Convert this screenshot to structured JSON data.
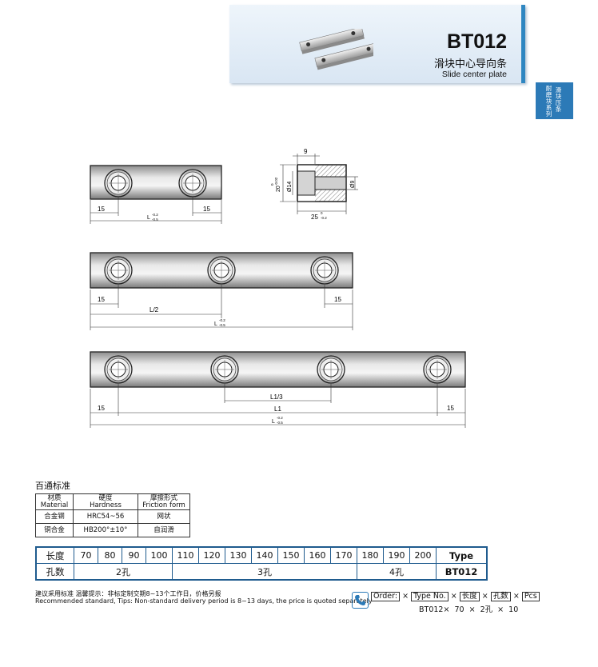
{
  "header": {
    "code": "BT012",
    "cn_name": "滑块中心导向条",
    "en_name": "Slide center plate",
    "side_tab_col1": "滑块压条",
    "side_tab_col2": "耐磨块系列"
  },
  "drawings": {
    "top_view": {
      "left_dim": "15",
      "right_dim": "15",
      "length": "L",
      "tol_up": "-0.2",
      "tol_low": "-0.5"
    },
    "section": {
      "slot_width": "9",
      "height": "20",
      "height_tol_up": "0",
      "height_tol_low": "-0.02",
      "hole_dia": "Ø14",
      "small_dia": "Ø9",
      "width": "25",
      "width_tol_up": "0",
      "width_tol_low": "-0.2"
    },
    "three_hole": {
      "left_dim": "15",
      "right_dim": "15",
      "half": "L/2",
      "length": "L",
      "tol_up": "-0.2",
      "tol_low": "-0.5"
    },
    "four_hole": {
      "left_dim": "15",
      "right_dim": "15",
      "third": "L1/3",
      "l1": "L1",
      "length": "L",
      "tol_up": "-0.2",
      "tol_low": "-0.5"
    }
  },
  "standards": {
    "title": "百通标准",
    "headers": [
      {
        "cn": "材质",
        "en": "Material"
      },
      {
        "cn": "硬度",
        "en": "Hardness"
      },
      {
        "cn": "摩擦形式",
        "en": "Friction form"
      }
    ],
    "rows": [
      [
        "合金钢",
        "HRC54~56",
        "网状"
      ],
      [
        "铜合金",
        "HB200°±10°",
        "自润滑"
      ]
    ]
  },
  "length_table": {
    "row1_label": "长度",
    "lengths": [
      "70",
      "80",
      "90",
      "100",
      "110",
      "120",
      "130",
      "140",
      "150",
      "160",
      "170",
      "180",
      "190",
      "200"
    ],
    "type_header": "Type",
    "row2_label": "孔数",
    "hole_groups": [
      "2孔",
      "3孔",
      "4孔"
    ],
    "type_value": "BT012"
  },
  "notes": {
    "cn": "建议采用标准 温馨提示：非标定制交期8~13个工作日，价格另报",
    "en": "Recommended standard, Tips: Non-standard delivery period is 8~13 days, the price is quoted separately"
  },
  "order": {
    "label": "Order:",
    "fields": [
      "Type No.",
      "长度",
      "孔数",
      "Pcs"
    ],
    "sep": "×",
    "example": "BT012×  70  ×  2孔  ×  10"
  },
  "colors": {
    "accent": "#2c7ab7",
    "table_border": "#1f5b8e"
  }
}
